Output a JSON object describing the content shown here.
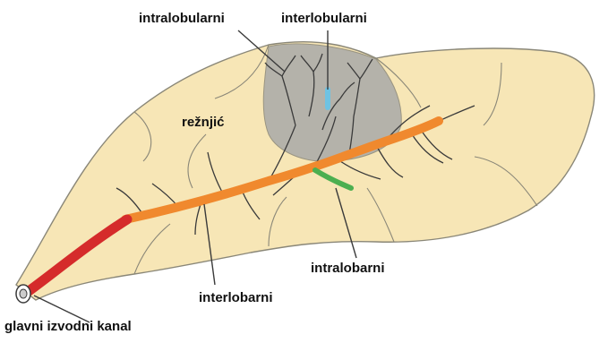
{
  "labels": {
    "intralobular": "intralobularni",
    "interlobular": "interlobularni",
    "lobule": "režnjić",
    "intralobar": "intralobarni",
    "interlobar": "interlobarni",
    "main_duct": "glavni izvodni kanal"
  },
  "colors": {
    "lobe_fill": "#f7e6b6",
    "lobe_edge": "#8a8778",
    "gray_lobule": "#a9a9a9",
    "main_duct": "#d52b2b",
    "interlobar_duct": "#f0892e",
    "intralobar_duct": "#4caf50",
    "interlobular_duct": "#6fc3e3",
    "branch": "#3a3a3a"
  }
}
